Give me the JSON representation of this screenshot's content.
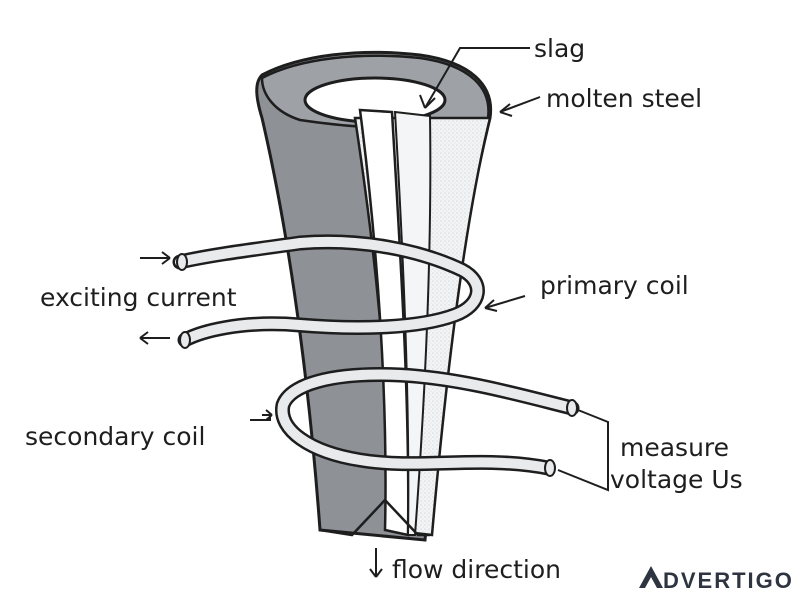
{
  "diagram": {
    "labels": {
      "slag": "slag",
      "molten_steel": "molten steel",
      "exciting_current": "exciting current",
      "primary_coil": "primary coil",
      "secondary_coil": "secondary coil",
      "measure": "measure",
      "voltage_us": "voltage Us",
      "flow_direction": "flow direction"
    },
    "colors": {
      "outer_wall": "#8e9196",
      "inner_light": "#eef0f2",
      "wire": "#e8eaec",
      "ink": "#1e1e1e"
    }
  },
  "watermark": {
    "text": "DVERTIGO",
    "logo_icon": "triangle-a-icon"
  }
}
